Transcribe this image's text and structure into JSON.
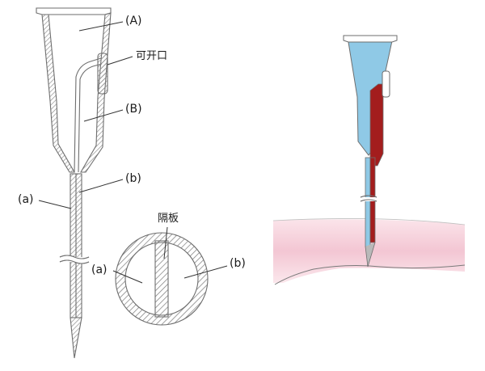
{
  "labels": {
    "A": "(A)",
    "open_port": "可开口",
    "B": "(B)",
    "b_needle": "(b)",
    "a_needle": "(a)",
    "septum": "隔板",
    "a_section": "(a)",
    "b_section": "(b)"
  },
  "colors": {
    "outline": "#6e6e6e",
    "hatch": "#8a8a8a",
    "fluid": "#8fc9e6",
    "blood": "#a31d1d",
    "skin": "#f4cdd8",
    "label_text": "#1a1a1a"
  },
  "icons": {
    "section": "cross-section-circle",
    "needle": "double-lumen-needle"
  }
}
